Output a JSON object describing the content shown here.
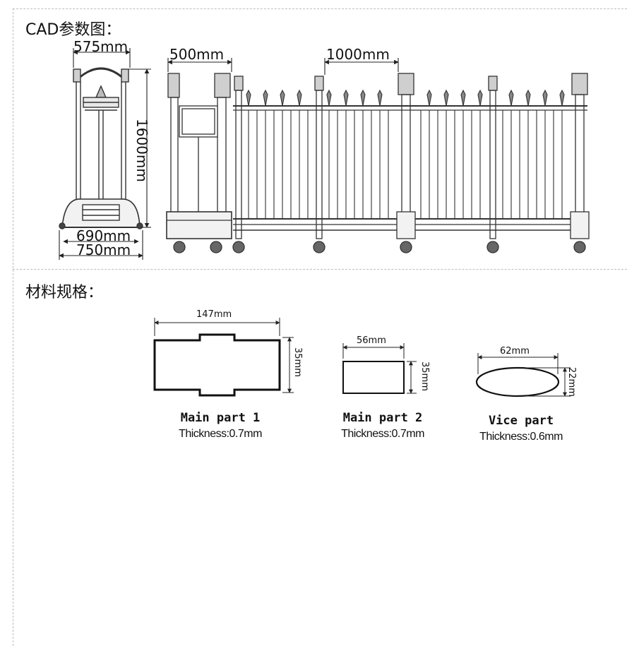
{
  "sections": {
    "cad_title": "CAD参数图：",
    "material_title": "材料规格："
  },
  "side_view": {
    "top_width": "575mm",
    "height": "1600mm",
    "inner_base": "690mm",
    "outer_base": "750mm"
  },
  "front_view": {
    "head_width": "500mm",
    "span_width": "1000mm"
  },
  "parts": [
    {
      "width": "147mm",
      "height": "35mm",
      "name": "Main part 1",
      "thickness": "Thickness:0.7mm"
    },
    {
      "width": "56mm",
      "height": "35mm",
      "name": "Main part 2",
      "thickness": "Thickness:0.7mm"
    },
    {
      "width": "62mm",
      "height": "22mm",
      "name": "Vice part",
      "thickness": "Thickness:0.6mm"
    }
  ]
}
